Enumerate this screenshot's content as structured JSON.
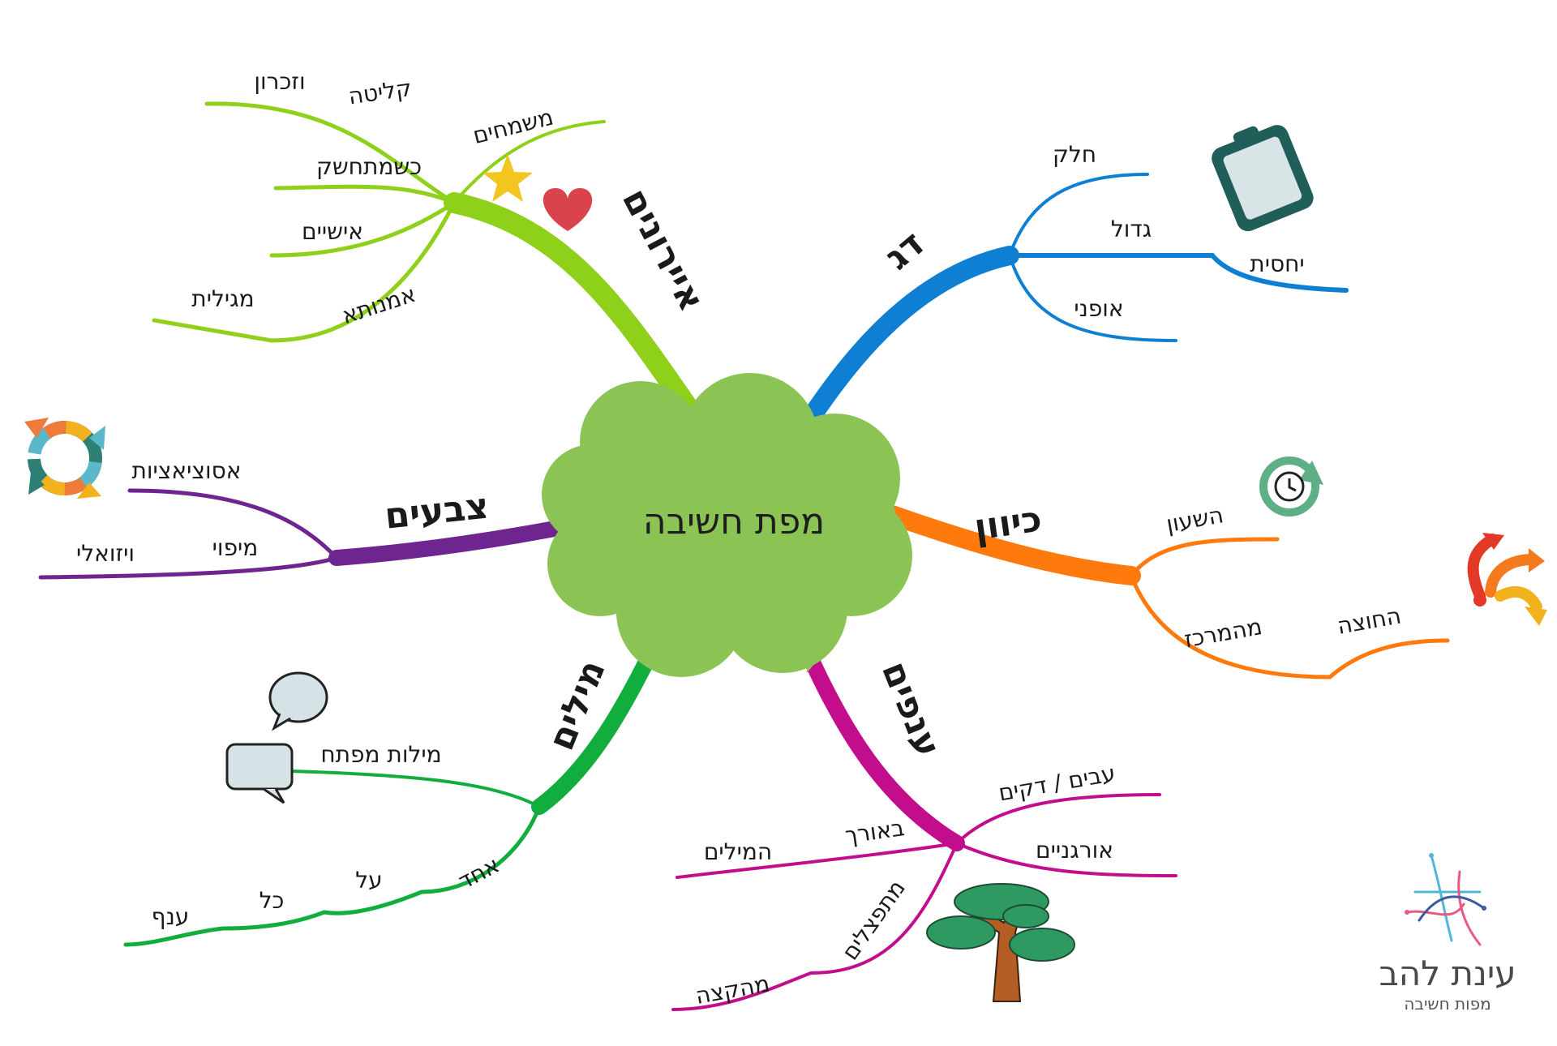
{
  "center": {
    "title": "מפת חשיבה",
    "color": "#8bc455"
  },
  "branches": {
    "eironim": {
      "label": "איירונים",
      "color": "#8fd01a",
      "subs": [
        "משמחים",
        "קליטה",
        "וזכרון",
        "כשמתחשק",
        "אישיים",
        "אמנותא",
        "מגילית"
      ]
    },
    "dag": {
      "label": "דג",
      "color": "#0f7fd3",
      "subs": [
        "חלק",
        "גדול",
        "יחסית",
        "אופני"
      ]
    },
    "kivun": {
      "label": "כיוון",
      "color": "#ff7a0d",
      "subs": [
        "השעון",
        "מהמרכז",
        "החוצה"
      ]
    },
    "anafim": {
      "label": "ענפים",
      "color": "#c20d8d",
      "subs": [
        "עבים / דקים",
        "אורגניים",
        "באורך",
        "המילים",
        "מתפצלים",
        "מהקצה"
      ]
    },
    "milim": {
      "label": "מילים",
      "color": "#11ad3d",
      "subs": [
        "מילות מפתח",
        "אחד",
        "על",
        "כל",
        "ענף"
      ]
    },
    "tzvaim": {
      "label": "צבעים",
      "color": "#6e2590",
      "subs": [
        "אסוציאציות",
        "מיפוי",
        "ויזואלי"
      ]
    }
  },
  "icons": [
    "heart-icon",
    "star-icon",
    "clipboard-icon",
    "clock-icon",
    "arrows-icon",
    "cycle-arrows-icon",
    "speech-bubbles-icon",
    "tree-icon"
  ],
  "logo": {
    "title": "עינת להב",
    "subtitle": "מפות חשיבה"
  }
}
